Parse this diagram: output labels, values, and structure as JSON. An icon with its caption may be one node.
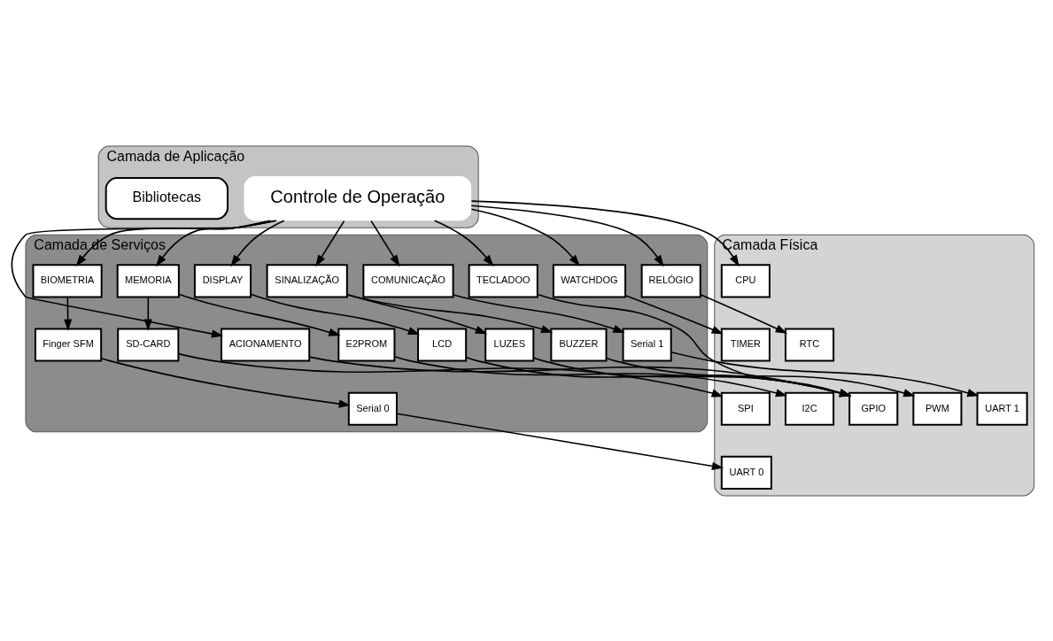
{
  "diagram": {
    "nodes": [
      {
        "text": [
          "Camada de Aplicação"
        ]
      },
      {
        "text": [
          "Controle de Operação"
        ],
        "in": 0
      },
      {
        "text": [
          "Bibliotecas"
        ],
        "in": 0
      },
      {
        "text": [
          "Camada de Serviços"
        ]
      },
      {
        "text": [
          "BIOMETRIA"
        ],
        "in": 3
      },
      {
        "text": [
          "COMUNICAÇÃO"
        ],
        "in": 3
      },
      {
        "text": [
          "SINALIZAÇÃO"
        ],
        "in": 3
      },
      {
        "text": [
          "ACIONAMENTO"
        ],
        "in": 3
      },
      {
        "text": [
          "DISPLAY"
        ],
        "in": 3
      },
      {
        "text": [
          "TECLADOO"
        ],
        "in": 3
      },
      {
        "text": [
          "MEMORIA"
        ],
        "in": 3
      },
      {
        "text": [
          "RELÓGIO"
        ],
        "in": 3
      },
      {
        "text": [
          "WATCHDOG"
        ],
        "in": 3
      },
      {
        "text": [
          "Finger SFM"
        ],
        "in": 3
      },
      {
        "text": [
          "BUZZER"
        ],
        "in": 3
      },
      {
        "text": [
          "LUZES"
        ],
        "in": 3
      },
      {
        "text": [
          "LCD"
        ],
        "in": 3
      },
      {
        "text": [
          "E2PROM"
        ],
        "in": 3
      },
      {
        "text": [
          "SD-CARD"
        ],
        "in": 3
      },
      {
        "text": [
          "Serial 0"
        ],
        "in": 3
      },
      {
        "text": [
          "Serial 1"
        ],
        "in": 3
      },
      {
        "text": [
          "Camada Física"
        ]
      },
      {
        "text": [
          "UART 0"
        ],
        "in": 21
      },
      {
        "text": [
          "UART 1"
        ],
        "in": 21
      },
      {
        "text": [
          "CPU"
        ],
        "in": 21
      },
      {
        "text": [
          "PWM"
        ],
        "in": 21
      },
      {
        "text": [
          "GPIO"
        ],
        "in": 21
      },
      {
        "text": [
          "I2C"
        ],
        "in": 21
      },
      {
        "text": [
          "SPI"
        ],
        "in": 21
      },
      {
        "text": [
          "RTC"
        ],
        "in": 21
      },
      {
        "text": [
          "TIMER"
        ],
        "in": 21
      }
    ],
    "edges": [
      {
        "from": 1,
        "to": 4,
        "arrow": "to"
      },
      {
        "from": 1,
        "to": 5,
        "arrow": "to"
      },
      {
        "from": 1,
        "to": 24,
        "arrow": "to"
      },
      {
        "from": 1,
        "to": 6,
        "arrow": "to"
      },
      {
        "from": 1,
        "to": 7,
        "arrow": "to"
      },
      {
        "from": 1,
        "to": 8,
        "arrow": "to"
      },
      {
        "from": 1,
        "to": 9,
        "arrow": "to"
      },
      {
        "from": 1,
        "to": 10,
        "arrow": "to"
      },
      {
        "from": 1,
        "to": 11,
        "arrow": "to"
      },
      {
        "from": 1,
        "to": 12,
        "arrow": "to"
      },
      {
        "from": 4,
        "to": 13,
        "arrow": "to"
      },
      {
        "from": 13,
        "to": 19,
        "arrow": "to"
      },
      {
        "from": 5,
        "to": 20,
        "arrow": "to"
      },
      {
        "from": 19,
        "to": 22,
        "arrow": "to"
      },
      {
        "from": 20,
        "to": 23,
        "arrow": "to"
      },
      {
        "from": 6,
        "to": 14,
        "arrow": "to"
      },
      {
        "from": 6,
        "to": 15,
        "arrow": "to"
      },
      {
        "from": 14,
        "to": 25,
        "arrow": "to"
      },
      {
        "from": 15,
        "to": 26,
        "arrow": "to"
      },
      {
        "from": 7,
        "to": 26,
        "arrow": "to"
      },
      {
        "from": 8,
        "to": 16,
        "arrow": "to"
      },
      {
        "from": 16,
        "to": 26,
        "arrow": "to"
      },
      {
        "from": 9,
        "to": 26,
        "arrow": "to"
      },
      {
        "from": 10,
        "to": 17,
        "arrow": "to"
      },
      {
        "from": 10,
        "to": 18,
        "arrow": "to"
      },
      {
        "from": 17,
        "to": 27,
        "arrow": "to"
      },
      {
        "from": 18,
        "to": 28,
        "arrow": "to"
      },
      {
        "from": 11,
        "to": 29,
        "arrow": "to"
      },
      {
        "from": 12,
        "to": 30,
        "arrow": "to"
      }
    ]
  }
}
